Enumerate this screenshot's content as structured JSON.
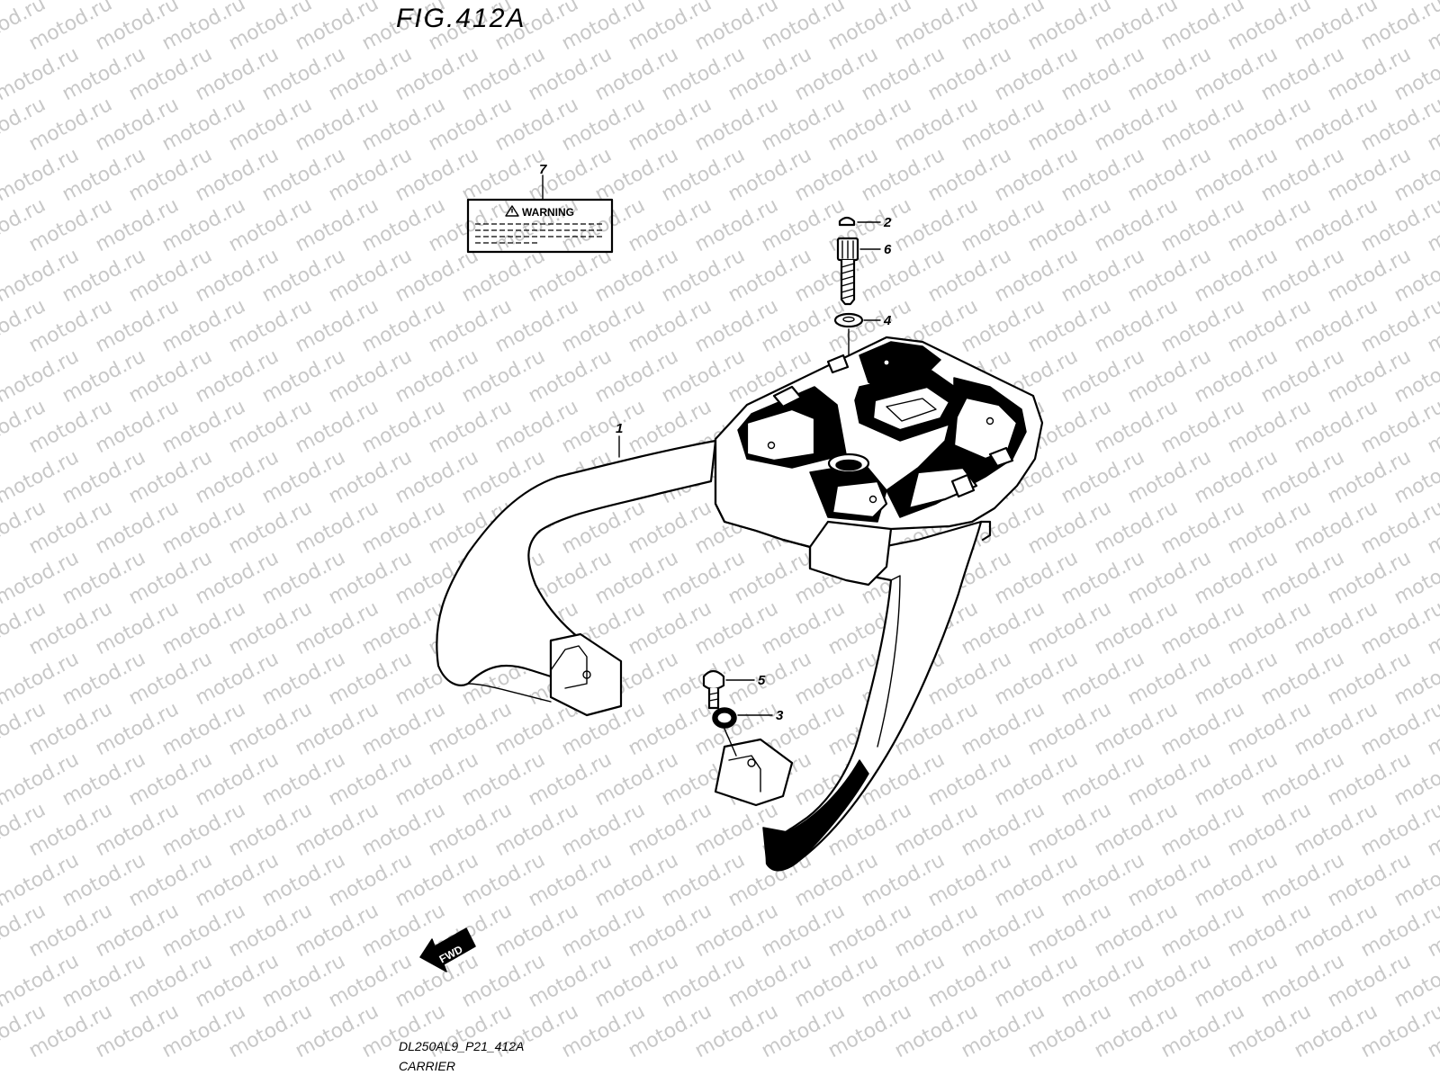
{
  "figure": {
    "title": "FIG.412A",
    "model_code": "DL250AL9_P21_412A",
    "caption": "CARRIER"
  },
  "watermark": {
    "text": "motod.ru",
    "color": "#c8c8c8"
  },
  "warning_label": {
    "heading": "WARNING"
  },
  "callouts": [
    {
      "id": "1",
      "label": "1"
    },
    {
      "id": "2",
      "label": "2"
    },
    {
      "id": "3",
      "label": "3"
    },
    {
      "id": "4",
      "label": "4"
    },
    {
      "id": "5",
      "label": "5"
    },
    {
      "id": "6",
      "label": "6"
    },
    {
      "id": "7",
      "label": "7"
    }
  ],
  "direction_arrow": {
    "text": "FWD"
  }
}
